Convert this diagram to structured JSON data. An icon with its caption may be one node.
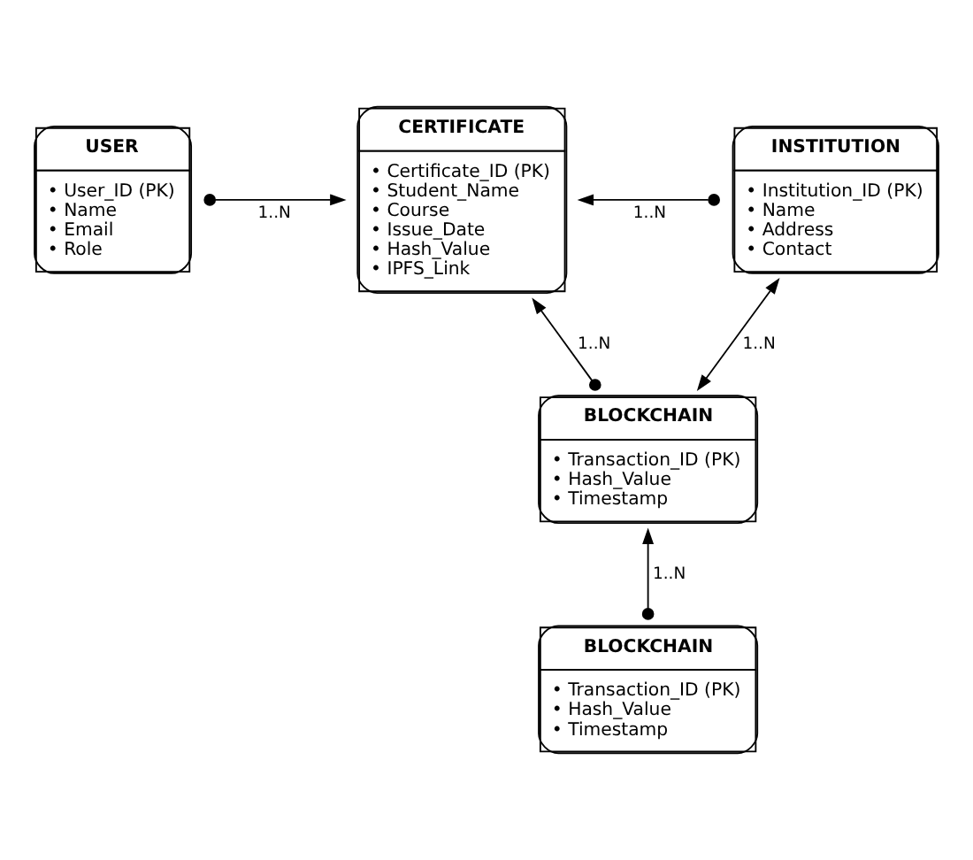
{
  "diagram": {
    "nodes": [
      {
        "text": [
          "USER",
          "• User_ID (PK)",
          "• Name",
          "• Email",
          "• Role"
        ]
      },
      {
        "text": [
          "CERTIFICATE",
          "• Certificate_ID (PK)",
          "• Student_Name",
          "• Course",
          "• Issue_Date",
          "• Hash_Value",
          "• IPFS_Link"
        ]
      },
      {
        "text": [
          "INSTITUTION",
          "• Institution_ID (PK)",
          "• Name",
          "• Address",
          "• Contact"
        ]
      },
      {
        "text": [
          "BLOCKCHAIN",
          "• Transaction_ID (PK)",
          "• Hash_Value",
          "• Timestamp"
        ]
      },
      {
        "text": [
          "BLOCKCHAIN",
          "• Transaction_ID (PK)",
          "• Hash_Value",
          "• Timestamp"
        ]
      }
    ],
    "edges": [
      {
        "from": 0,
        "to": 1,
        "arrow": "to",
        "label": "1..N"
      },
      {
        "from": 2,
        "to": 1,
        "arrow": "to",
        "label": "1..N"
      },
      {
        "from": 3,
        "to": 1,
        "arrow": "to",
        "label": "1..N"
      },
      {
        "from": 3,
        "to": 2,
        "arrow": "both",
        "label": "1..N"
      },
      {
        "from": 4,
        "to": 3,
        "arrow": "to",
        "label": "1..N"
      }
    ]
  }
}
